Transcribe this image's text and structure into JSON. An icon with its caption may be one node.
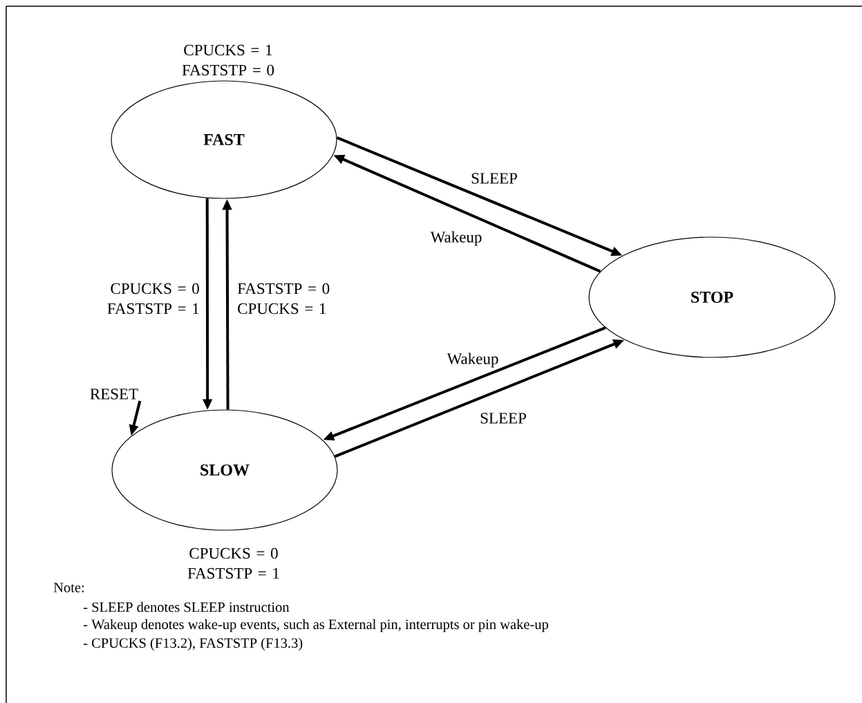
{
  "diagram": {
    "nodes": [
      {
        "text": [
          "FAST"
        ],
        "beside": [
          "CPUCKS = 1 FASTSTP = 0"
        ]
      },
      {
        "text": [
          "STOP"
        ]
      },
      {
        "text": [
          "SLOW"
        ],
        "beside": [
          "CPUCKS = 0 FASTSTP = 1"
        ]
      },
      {
        "text": [
          "RESET"
        ]
      }
    ],
    "edges": [
      {
        "from": 0,
        "to": 1,
        "arrow": "to",
        "label": "SLEEP"
      },
      {
        "from": 1,
        "to": 0,
        "arrow": "to",
        "label": "Wakeup"
      },
      {
        "from": 0,
        "to": 2,
        "arrow": "to",
        "label": "CPUCKS = 0 FASTSTP = 1"
      },
      {
        "from": 2,
        "to": 0,
        "arrow": "to",
        "label": "FASTSTP = 0 CPUCKS = 1"
      },
      {
        "from": 1,
        "to": 2,
        "arrow": "to",
        "label": "Wakeup"
      },
      {
        "from": 2,
        "to": 1,
        "arrow": "to",
        "label": "SLEEP"
      },
      {
        "from": 3,
        "to": 2,
        "arrow": "to"
      }
    ],
    "labels": [
      "Note:",
      "- SLEEP denotes SLEEP instruction",
      "- Wakeup denotes wake-up events, such as External pin, interrupts or pin wake-up",
      "- CPUCKS (F13.2), FASTSTP (F13.3)"
    ]
  }
}
